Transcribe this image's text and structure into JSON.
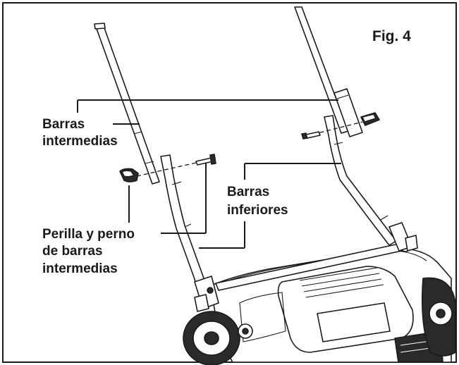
{
  "figure": {
    "number": "Fig. 4",
    "labels": {
      "barras_intermedias_1": "Barras",
      "barras_intermedias_2": "intermedias",
      "barras_inferiores_1": "Barras",
      "barras_inferiores_2": "inferiores",
      "perilla_1": "Perilla y perno",
      "perilla_2": "de barras",
      "perilla_3": "intermedias"
    }
  }
}
